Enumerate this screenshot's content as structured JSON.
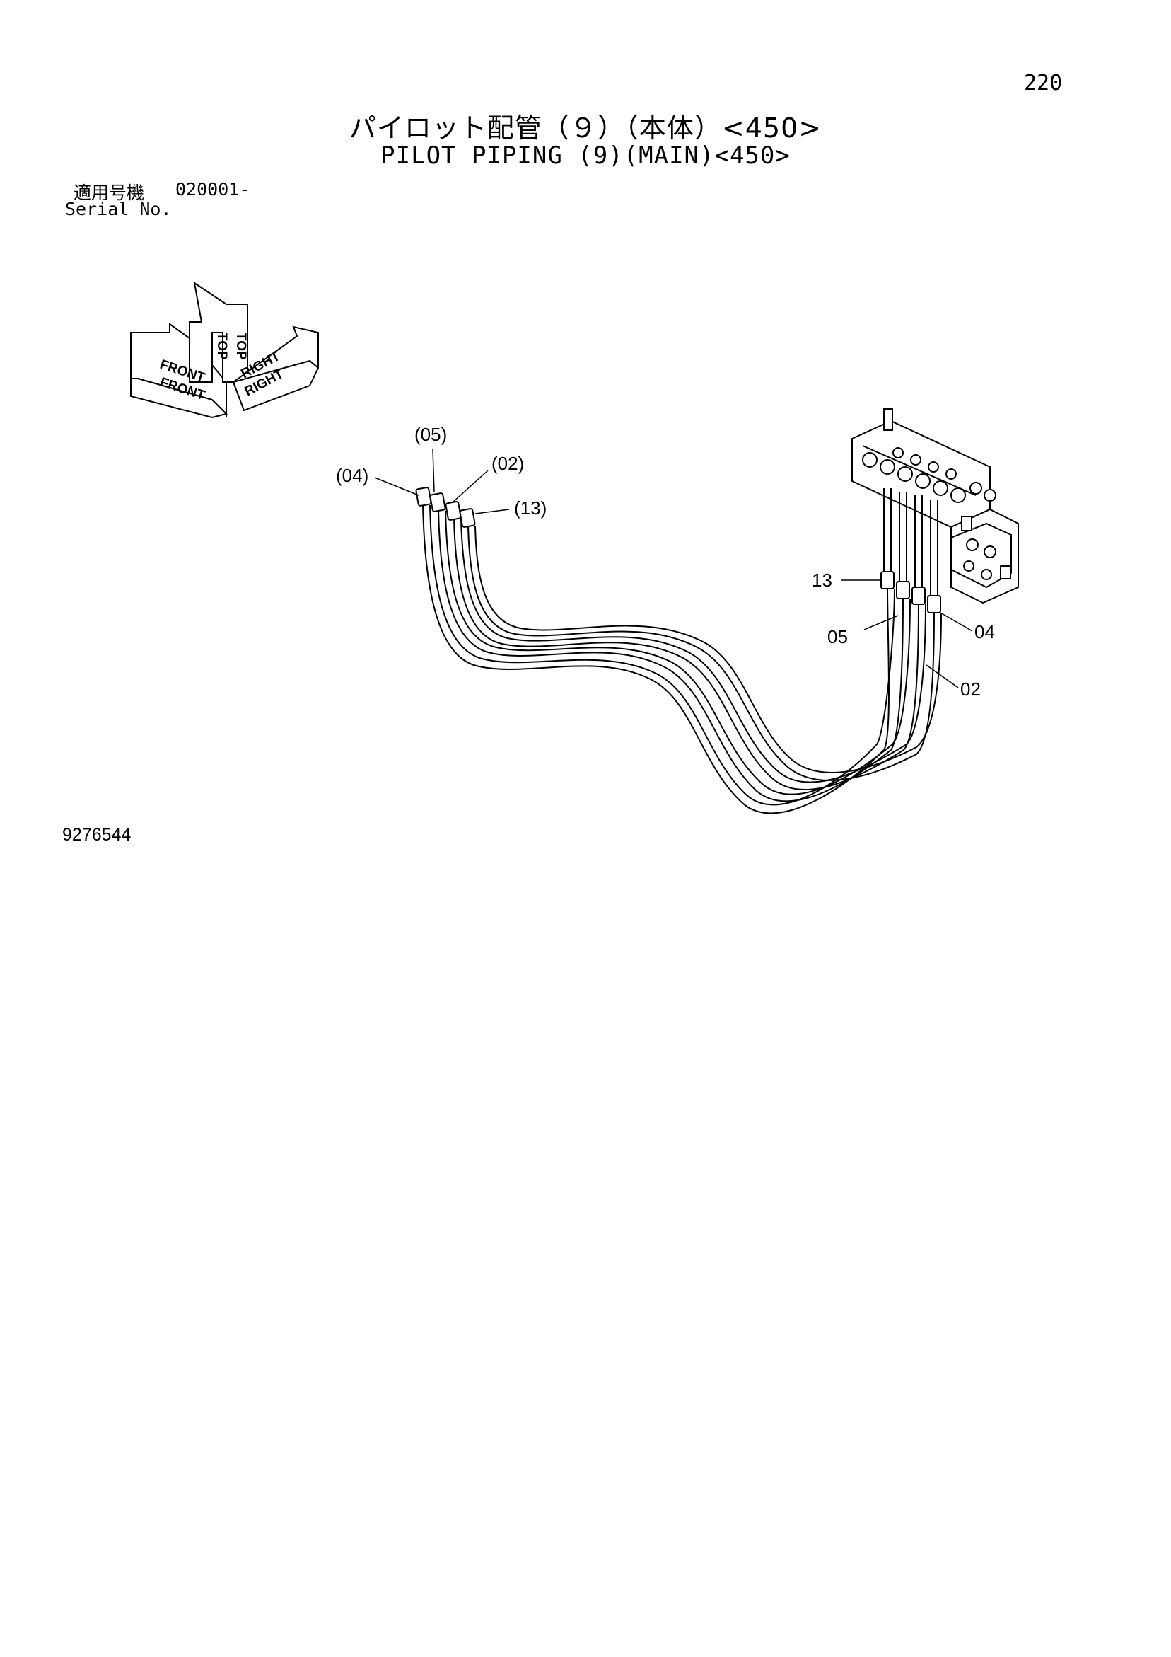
{
  "header": {
    "page_number": "220",
    "title_ja": "パイロット配管（９）（本体）<450>",
    "title_en": "PILOT PIPING (9)(MAIN)<450>"
  },
  "serial": {
    "label_ja": "適用号機",
    "value": "020001-",
    "label_en": "Serial No."
  },
  "orientation": {
    "top": "TOP",
    "front": "FRONT",
    "right": "RIGHT"
  },
  "callouts": {
    "hose_end_left": [
      "(04)",
      "(05)",
      "(02)",
      "(13)"
    ],
    "hose_end_right": [
      "13",
      "05",
      "04",
      "02"
    ]
  },
  "footer": {
    "drawing_number": "9276544"
  }
}
